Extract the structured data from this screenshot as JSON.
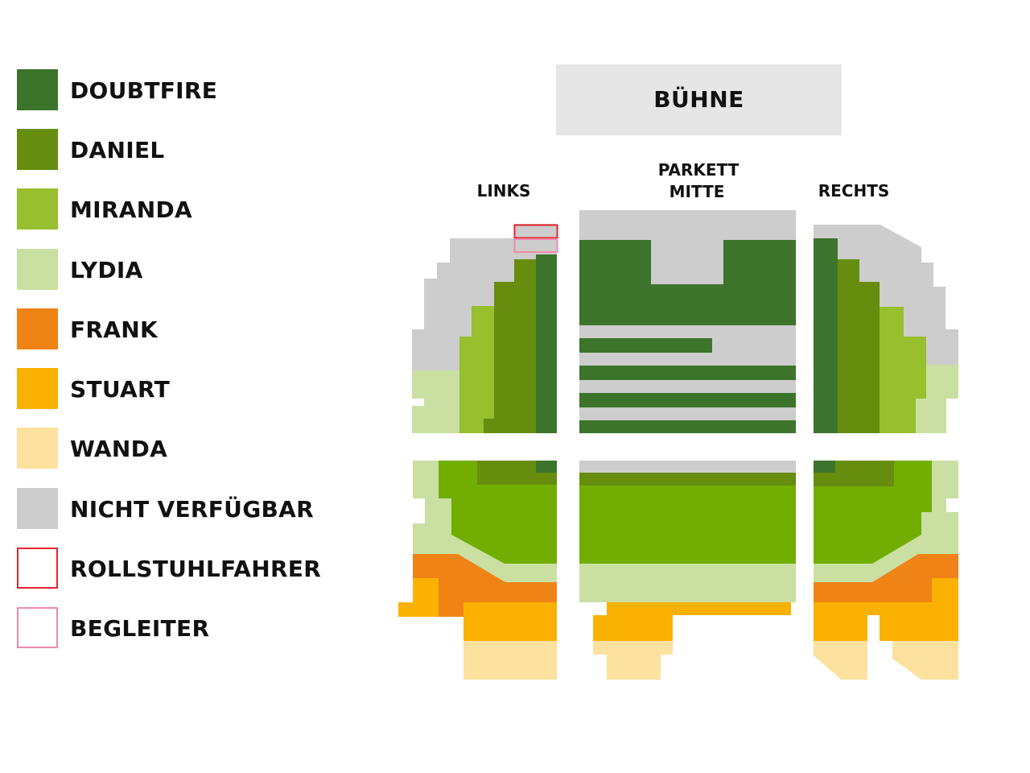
{
  "legend": [
    {
      "label": "DOUBTFIRE",
      "color": "#3d742c",
      "outline": false
    },
    {
      "label": "DANIEL",
      "color": "#668d0e",
      "outline": false
    },
    {
      "label": "MIRANDA",
      "color": "#97bf2e",
      "outline": false
    },
    {
      "label": "LYDIA",
      "color": "#c9e0a2",
      "outline": false
    },
    {
      "label": "FRANK",
      "color": "#f08316",
      "outline": false
    },
    {
      "label": "STUART",
      "color": "#fab102",
      "outline": false
    },
    {
      "label": "WANDA",
      "color": "#fce19f",
      "outline": false
    },
    {
      "label": "NICHT VERFÜGBAR",
      "color": "#cdcdcd",
      "outline": false
    },
    {
      "label": "ROLLSTUHLFAHRER",
      "color": "#e7242f",
      "outline": true
    },
    {
      "label": "BEGLEITER",
      "color": "#f08aa8",
      "outline": true
    }
  ],
  "stage": {
    "label": "BÜHNE"
  },
  "sections": {
    "left": "LINKS",
    "center_line1": "PARKETT",
    "center_line2": "MITTE",
    "right": "RECHTS"
  },
  "colors": {
    "doubtfire": "#3d742c",
    "daniel": "#668d0e",
    "miranda": "#97bf2e",
    "mezz": "#72ae02",
    "lydia": "#c9e0a2",
    "frank": "#f08316",
    "stuart": "#fab102",
    "wanda": "#fce19f",
    "unavailable": "#cdcdcd",
    "stage_bg": "#e6e6e6",
    "wheelchair": "#e7242f",
    "companion": "#f08aa8"
  }
}
